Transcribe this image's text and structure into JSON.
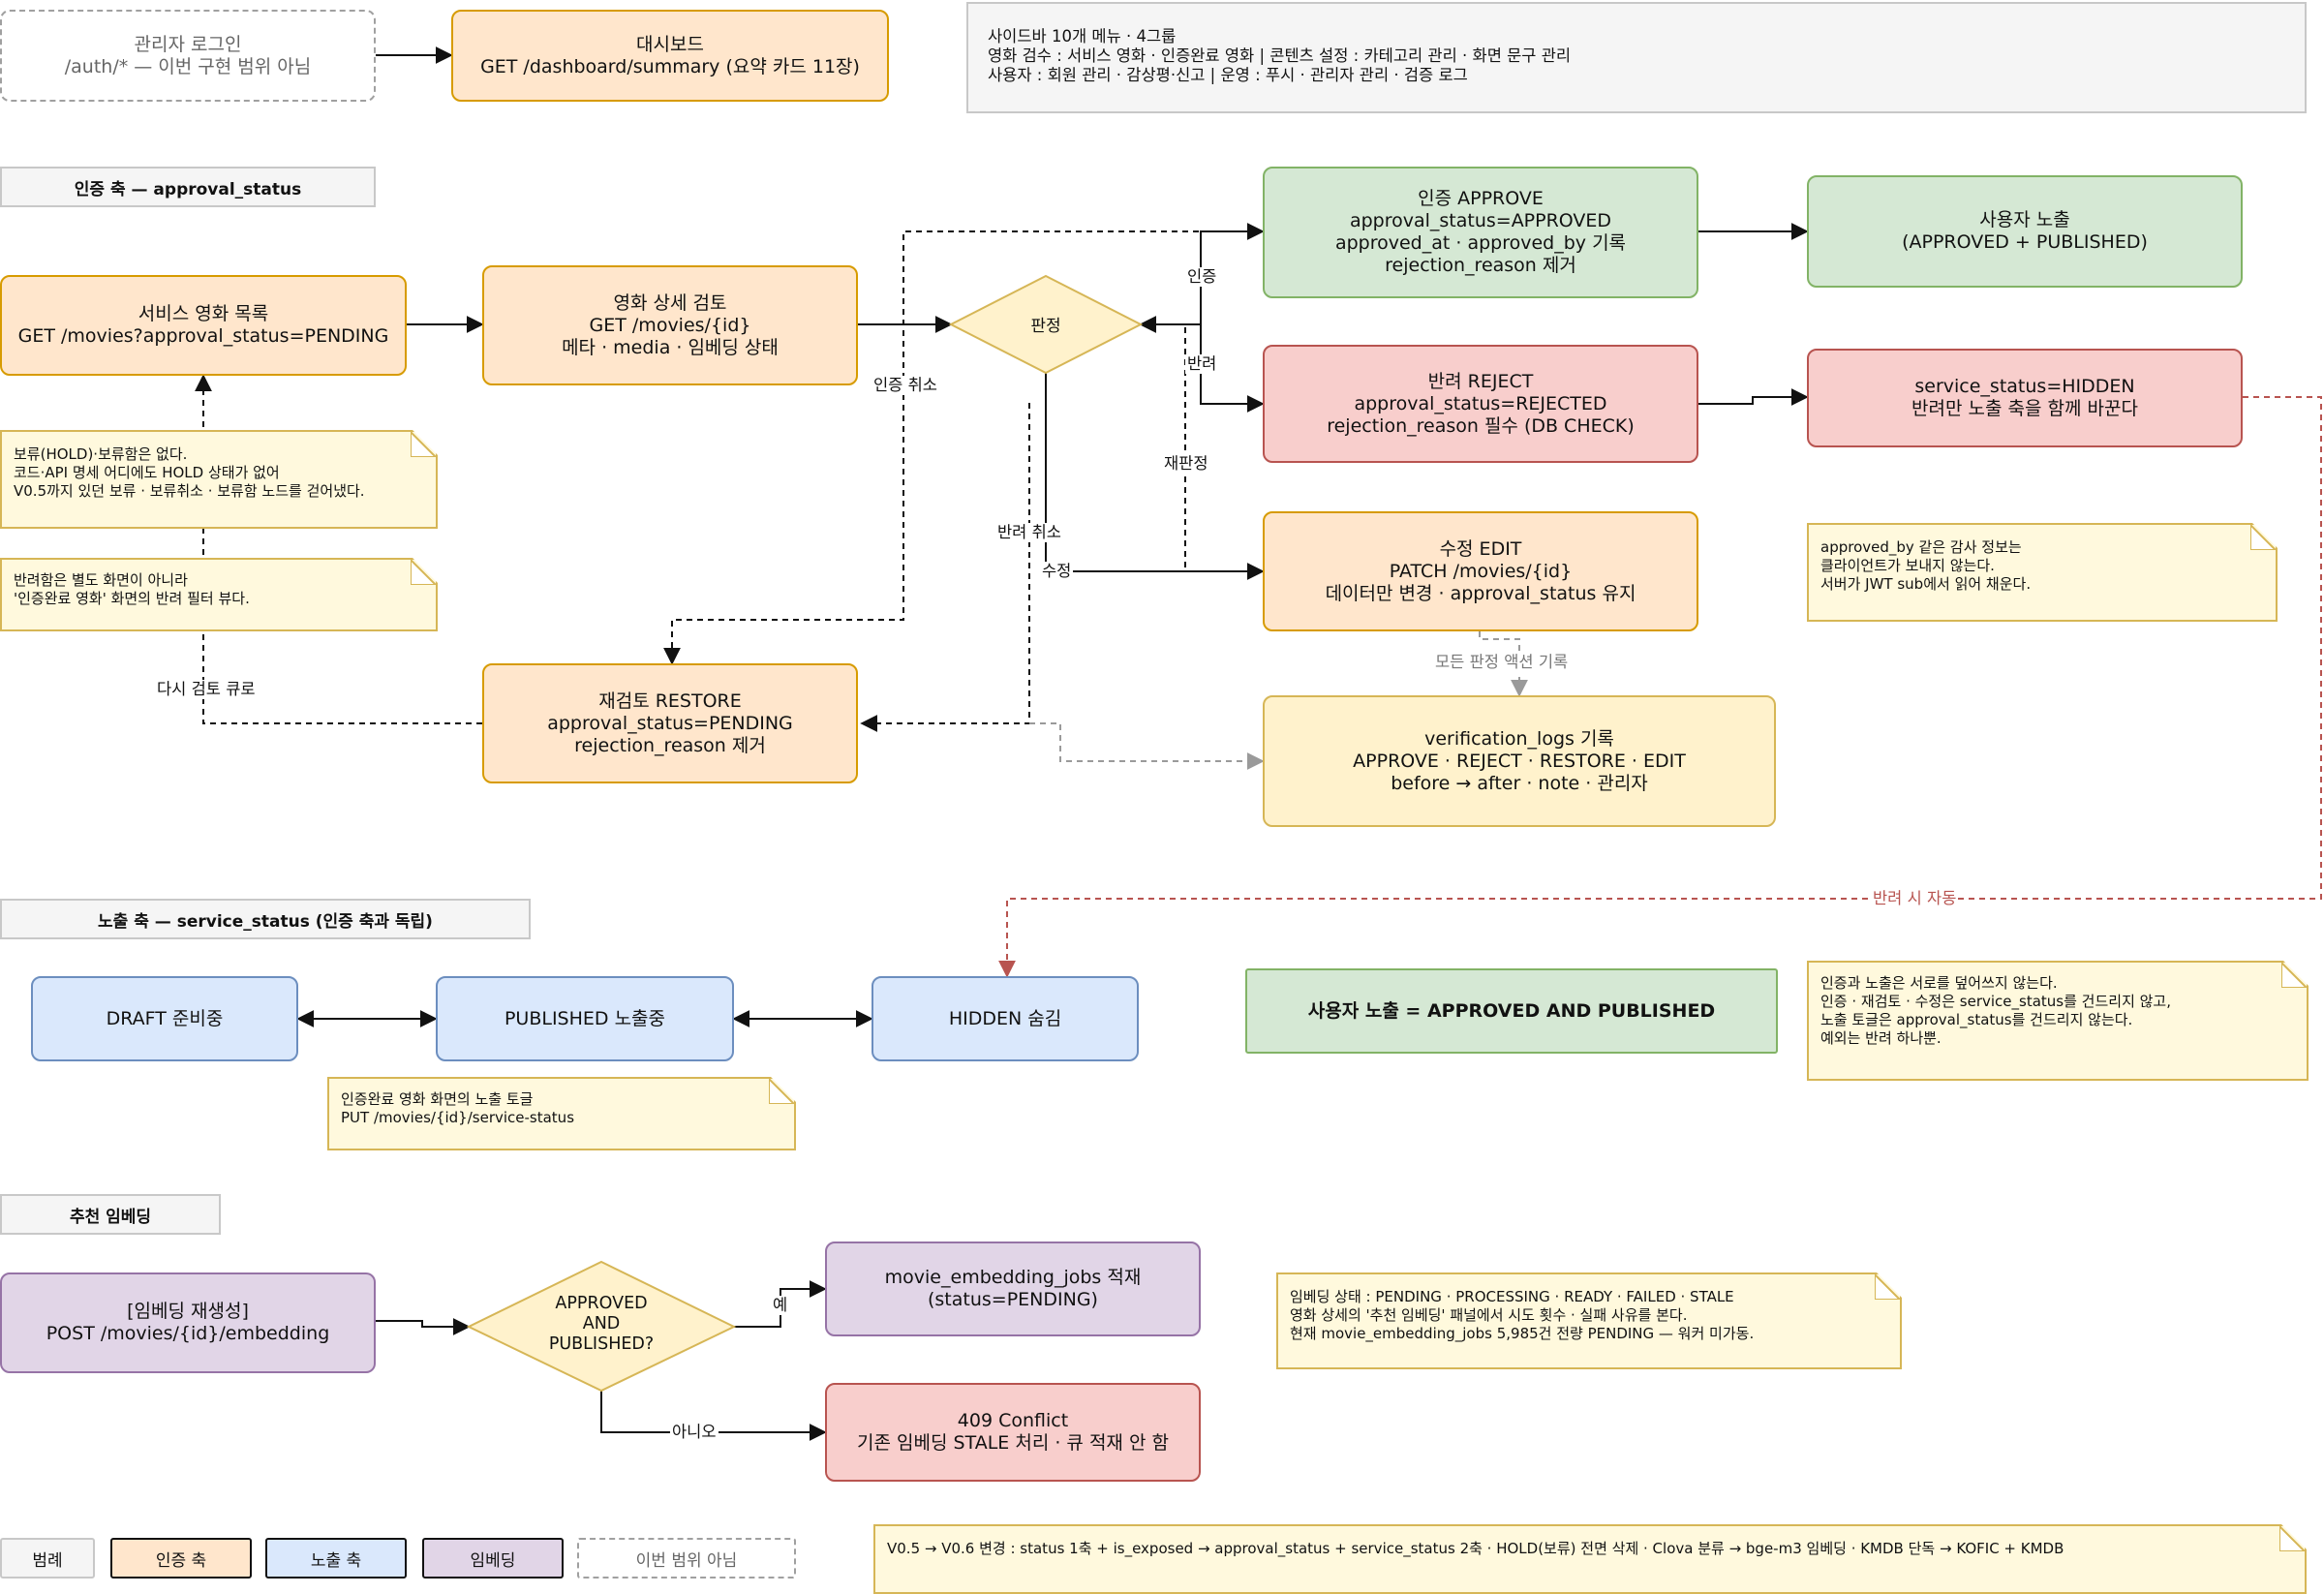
{
  "top": {
    "admin_login": [
      "관리자 로그인",
      "/auth/* — 이번 구현 범위 아님"
    ],
    "dashboard": [
      "대시보드",
      "GET /dashboard/summary (요약 카드 11장)"
    ],
    "sidebar_info": [
      "사이드바 10개 메뉴 · 4그룹",
      "영화 검수 : 서비스 영화 · 인증완료 영화 | 콘텐츠 설정 : 카테고리 관리 · 화면 문구 관리",
      "사용자 : 회원 관리 · 감상평·신고 | 운영 : 푸시 · 관리자 관리 · 검증 로그"
    ]
  },
  "approval_section": {
    "title": "인증 축 — approval_status",
    "service_list": [
      "서비스 영화 목록",
      "GET /movies?approval_status=PENDING"
    ],
    "detail": [
      "영화 상세 검토",
      "GET /movies/{id}",
      "메타 · media · 임베딩 상태"
    ],
    "decision": "판정",
    "approve": [
      "인증 APPROVE",
      "approval_status=APPROVED",
      "approved_at · approved_by 기록",
      "rejection_reason 제거"
    ],
    "user_exposed": [
      "사용자 노출",
      "(APPROVED + PUBLISHED)"
    ],
    "reject": [
      "반려 REJECT",
      "approval_status=REJECTED",
      "rejection_reason 필수 (DB CHECK)"
    ],
    "hidden_result": [
      "service_status=HIDDEN",
      "반려만 노출 축을 함께 바꾼다"
    ],
    "edit": [
      "수정 EDIT",
      "PATCH /movies/{id}",
      "데이터만 변경 · approval_status 유지"
    ],
    "restore": [
      "재검토 RESTORE",
      "approval_status=PENDING",
      "rejection_reason 제거"
    ],
    "verification_logs": [
      "verification_logs 기록",
      "APPROVE · REJECT · RESTORE · EDIT",
      "before → after · note · 관리자"
    ],
    "note_hold": [
      "보류(HOLD)·보류함은 없다.",
      "코드·API 명세 어디에도 HOLD 상태가 없어",
      "V0.5까지 있던 보류 · 보류취소 · 보류함 노드를 걷어냈다."
    ],
    "note_reject_box": [
      "반려함은 별도 화면이 아니라",
      "'인증완료 영화' 화면의 반려 필터 뷰다."
    ],
    "note_approved_by": [
      "approved_by 같은 감사 정보는",
      "클라이언트가 보내지 않는다.",
      "서버가 JWT sub에서 읽어 채운다."
    ],
    "edge_labels": {
      "approve": "인증",
      "reject": "반려",
      "rejudge": "재판정",
      "cancel_approve": "인증 취소",
      "cancel_reject": "반려 취소",
      "edit": "수정",
      "back_to_queue": "다시 검토 큐로",
      "log_all": "모든 판정 액션 기록"
    }
  },
  "exposure_section": {
    "title": "노출 축 — service_status (인증 축과 독립)",
    "draft": "DRAFT 준비중",
    "published": "PUBLISHED 노출중",
    "hidden": "HIDDEN 숨김",
    "user_exposed_rule": "사용자 노출 = APPROVED AND PUBLISHED",
    "auto_on_reject": "반려 시 자동",
    "note_toggle": [
      "인증완료 영화 화면의 노출 토글",
      "PUT /movies/{id}/service-status"
    ],
    "note_independent": [
      "인증과 노출은 서로를 덮어쓰지 않는다.",
      "인증 · 재검토 · 수정은 service_status를 건드리지 않고,",
      "노출 토글은 approval_status를 건드리지 않는다.",
      "예외는 반려 하나뿐."
    ]
  },
  "embedding_section": {
    "title": "추천 임베딩",
    "regenerate": [
      "[임베딩 재생성]",
      "POST /movies/{id}/embedding"
    ],
    "decision": [
      "APPROVED",
      "AND",
      "PUBLISHED?"
    ],
    "jobs": [
      "movie_embedding_jobs 적재",
      "(status=PENDING)"
    ],
    "conflict": [
      "409 Conflict",
      "기존 임베딩 STALE 처리 · 큐 적재 안 함"
    ],
    "yes": "예",
    "no": "아니오",
    "note_state": [
      "임베딩 상태 : PENDING · PROCESSING · READY · FAILED · STALE",
      "영화 상세의 '추천 임베딩' 패널에서 시도 횟수 · 실패 사유를 본다.",
      "현재 movie_embedding_jobs 5,985건 전량 PENDING — 워커 미가동."
    ]
  },
  "legend": {
    "title": "범례",
    "items": [
      "인증 축",
      "노출 축",
      "임베딩",
      "이번 범위 아님"
    ],
    "colors": [
      "#ffe6cc",
      "#dae8fc",
      "#e1d5e7",
      "#ffffff"
    ]
  },
  "changelog": "V0.5 → V0.6 변경 : status 1축 + is_exposed → approval_status + service_status 2축 · HOLD(보류) 전면 삭제 · Clova 분류 → bge-m3 임베딩 · KMDB 단독 → KOFIC + KMDB"
}
